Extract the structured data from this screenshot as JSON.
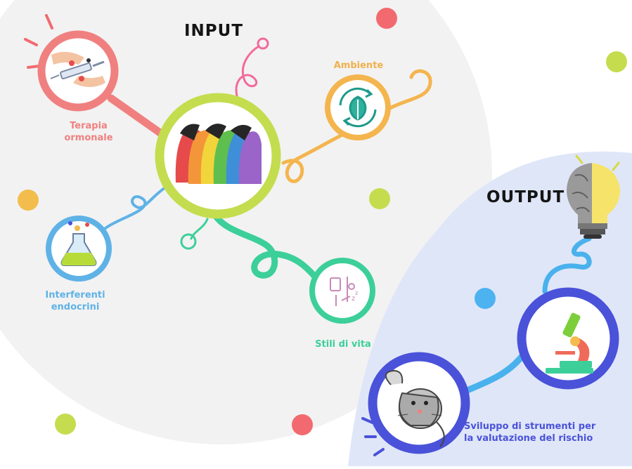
{
  "title_input": "INPUT",
  "title_output": "OUTPUT",
  "labels": {
    "terapia": [
      "Terapia",
      "ormonale"
    ],
    "ambiente": "Ambiente",
    "interferenti": [
      "Interferenti",
      "endocrini"
    ],
    "stili": "Stili di vita",
    "sviluppo": [
      "Sviluppo di strumenti per",
      "la valutazione del rischio"
    ]
  },
  "icons": {
    "hub": "diverse-faces-icon",
    "terapia": "syringe-hands-icon",
    "ambiente": "recycle-leaf-icon",
    "interferenti": "flask-icon",
    "stili": "lifestyle-icon",
    "microscope": "microscope-icon",
    "mouse": "mouse-icon",
    "lightbulb": "brain-lightbulb-icon"
  },
  "colors": {
    "input_area": "#f2f2f2",
    "output_area": "#dfe6f8",
    "hub_ring": "#c3dd4f",
    "terapia": "#f08080",
    "ambiente": "#f4b54e",
    "interferenti": "#5fb2e6",
    "stili": "#3ccf9a",
    "output_ring": "#4a52d9",
    "output_link": "#49b1ec"
  }
}
